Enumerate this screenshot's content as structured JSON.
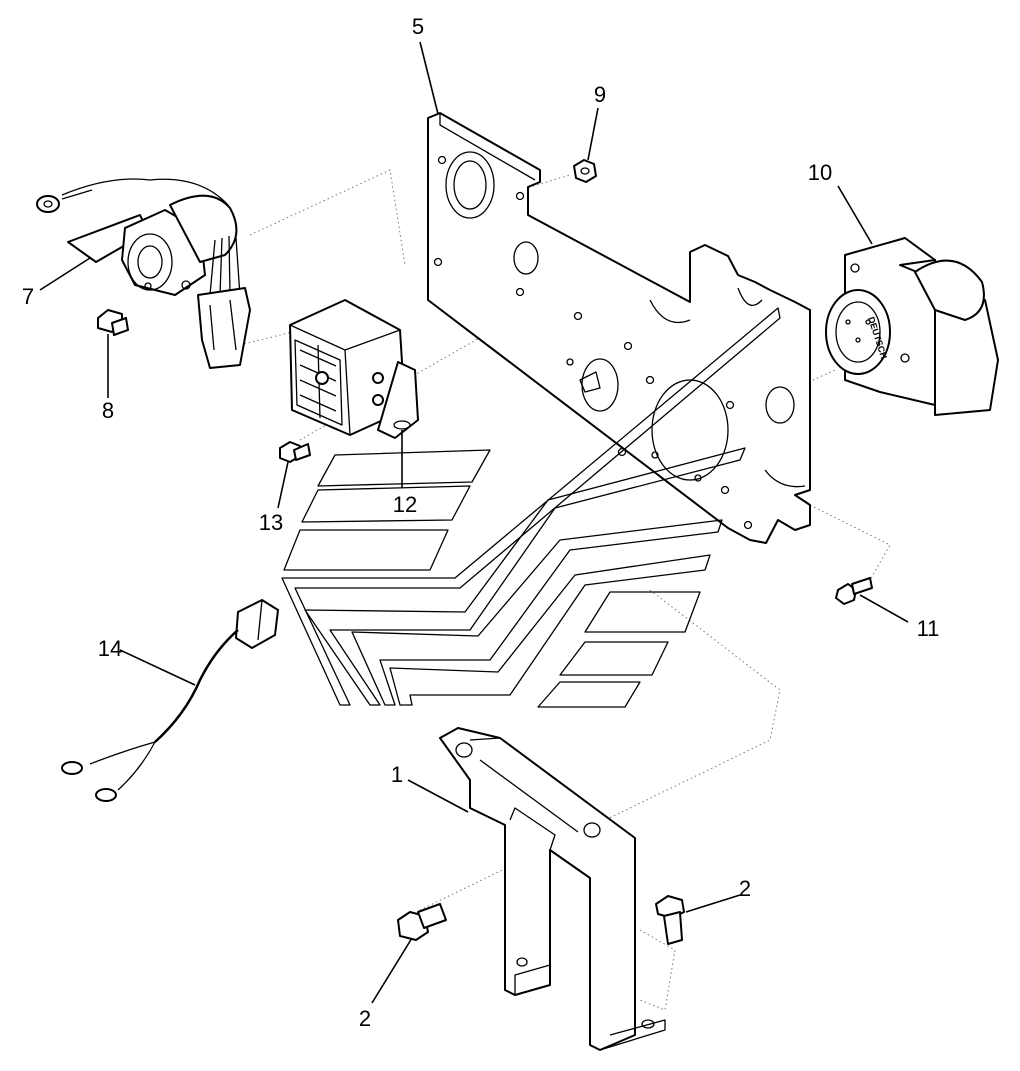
{
  "callouts": {
    "c1": "1",
    "c2a": "2",
    "c2b": "2",
    "c5": "5",
    "c7": "7",
    "c8": "8",
    "c9": "9",
    "c10": "10",
    "c11": "11",
    "c12": "12",
    "c13": "13",
    "c14": "14"
  },
  "connector_brand": "DEUTSCH"
}
